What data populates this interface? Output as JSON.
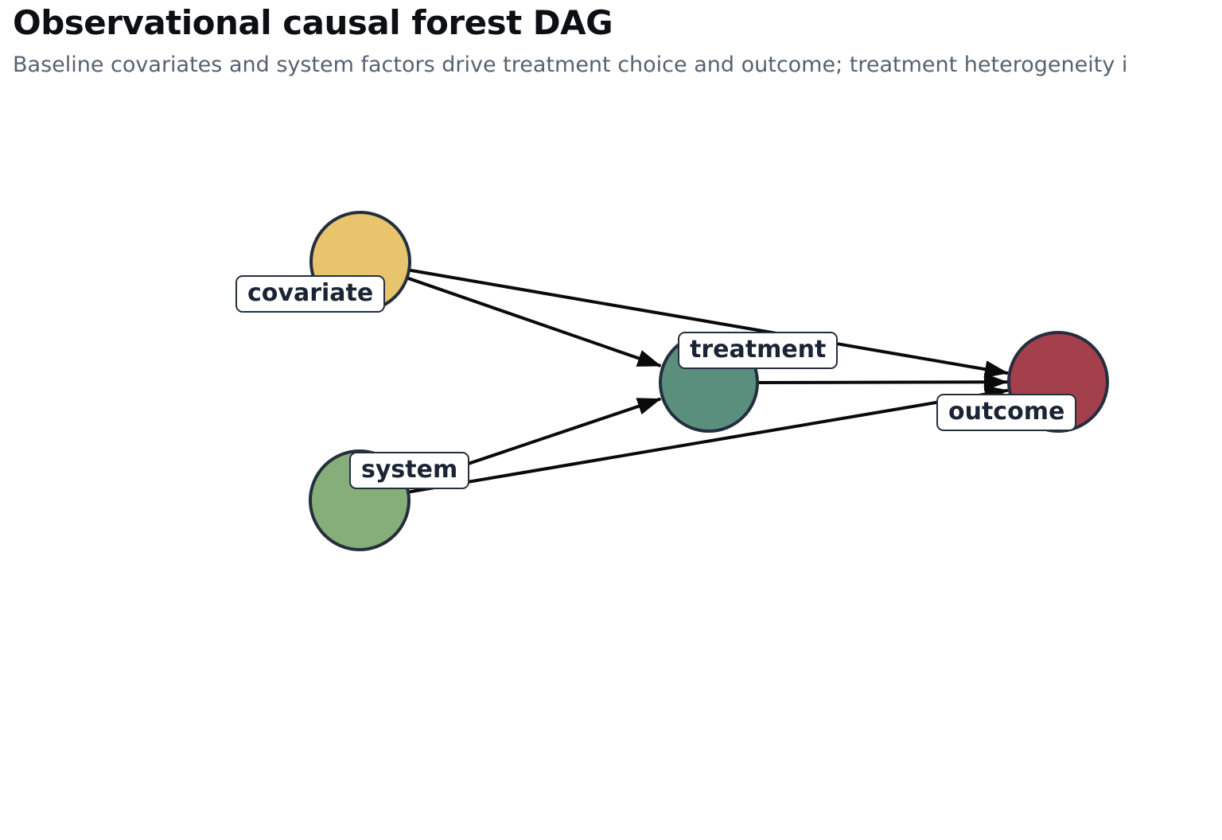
{
  "header": {
    "title": "Observational causal forest DAG",
    "subtitle": "Baseline covariates and system factors drive treatment choice and outcome; treatment heterogeneity i"
  },
  "diagram": {
    "type": "dag",
    "nodes": {
      "covariate": {
        "label": "covariate",
        "color": "#e8c56c"
      },
      "system": {
        "label": "system",
        "color": "#86ae79"
      },
      "treatment": {
        "label": "treatment",
        "color": "#5a8f7e"
      },
      "outcome": {
        "label": "outcome",
        "color": "#a43f4c"
      }
    },
    "edges": [
      {
        "from": "covariate",
        "to": "treatment"
      },
      {
        "from": "covariate",
        "to": "outcome"
      },
      {
        "from": "system",
        "to": "treatment"
      },
      {
        "from": "system",
        "to": "outcome"
      },
      {
        "from": "treatment",
        "to": "outcome"
      }
    ]
  },
  "colors": {
    "background": "#ffffff",
    "node_border": "#242e3e",
    "edge": "#0a0a0a",
    "label_text": "#1b2435",
    "label_background": "#ffffff",
    "title_text": "#0d0f13",
    "subtitle_text": "#57626f"
  }
}
